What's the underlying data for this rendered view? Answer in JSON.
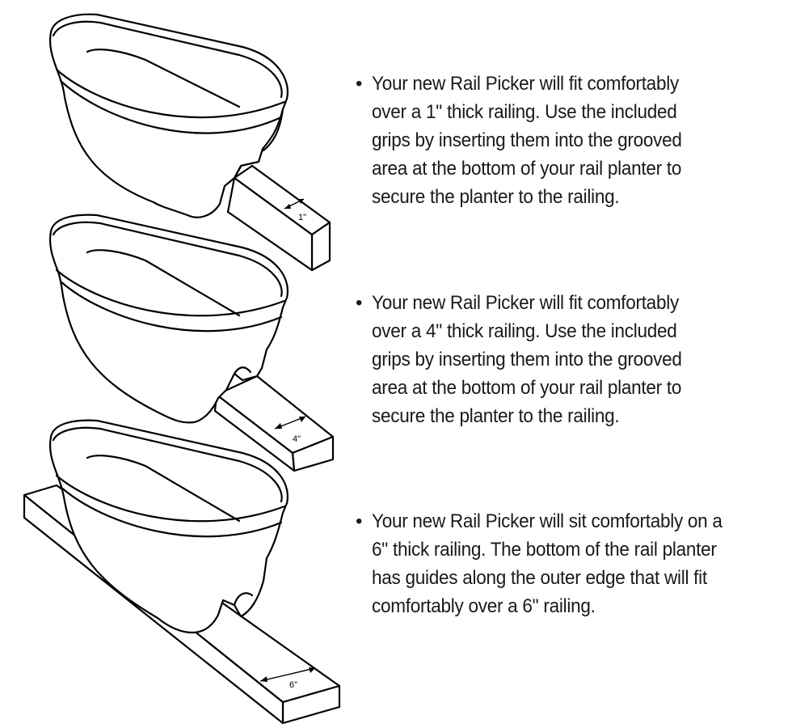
{
  "figure": {
    "labels": {
      "rail_1": "1\"",
      "rail_4": "4\"",
      "rail_6": "6\""
    }
  },
  "instructions": [
    {
      "bullet": "•",
      "text": "Your new Rail Picker will fit comfortably over a 1\" thick railing. Use the included grips by inserting them into the grooved area at the bottom of your rail planter to secure the planter to the railing."
    },
    {
      "bullet": "•",
      "text": "Your new Rail Picker will fit comfortably over a 4\" thick railing. Use the included grips by inserting them into the grooved area at the bottom of your rail planter to secure the planter to the railing."
    },
    {
      "bullet": "•",
      "text": "Your new Rail Picker will sit comfortably on a 6\" thick railing. The bottom of the rail planter has guides along the outer edge that will fit comfortably over a 6\" railing."
    }
  ]
}
